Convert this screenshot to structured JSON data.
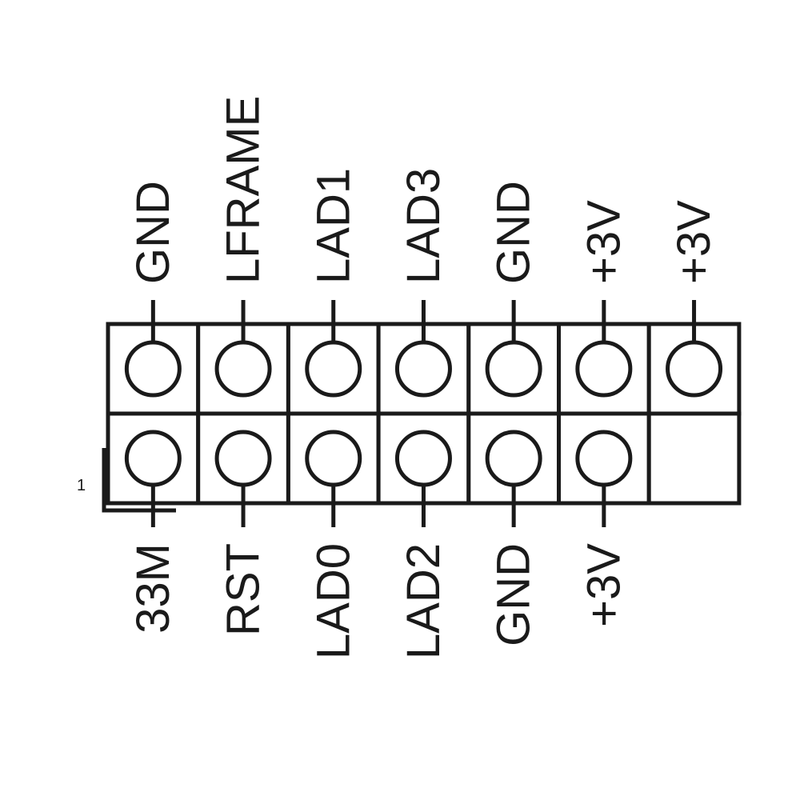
{
  "pin1_marker": {
    "label": "1"
  },
  "top_row": [
    {
      "label": "GND"
    },
    {
      "label": "LFRAME"
    },
    {
      "label": "LAD1"
    },
    {
      "label": "LAD3"
    },
    {
      "label": "GND"
    },
    {
      "label": "+3V"
    },
    {
      "label": "+3V"
    }
  ],
  "bottom_row": [
    {
      "label": "33M"
    },
    {
      "label": "RST"
    },
    {
      "label": "LAD0"
    },
    {
      "label": "LAD2"
    },
    {
      "label": "GND"
    },
    {
      "label": "+3V"
    },
    {
      "label": null
    }
  ],
  "colors": {
    "line": "#1a1a1a",
    "background": "#ffffff"
  }
}
